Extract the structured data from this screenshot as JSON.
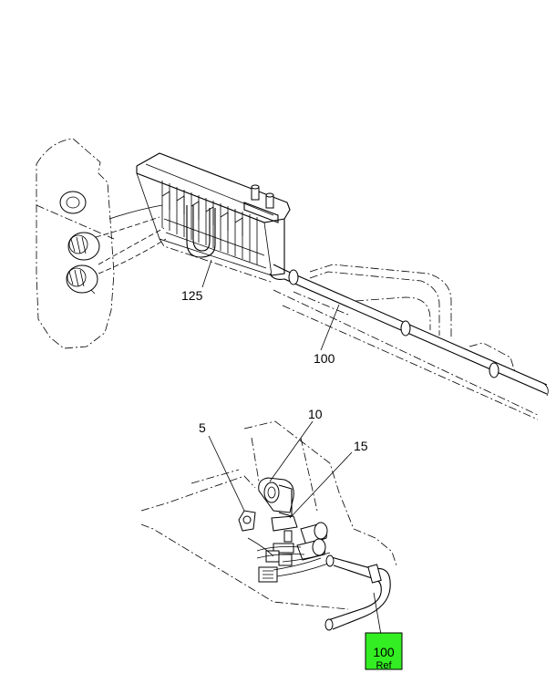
{
  "callouts": {
    "c125": "125",
    "c100": "100",
    "c5": "5",
    "c10": "10",
    "c15": "15"
  },
  "ref_box": {
    "number": "100",
    "sub": "Ref",
    "color": "#33ee22"
  }
}
